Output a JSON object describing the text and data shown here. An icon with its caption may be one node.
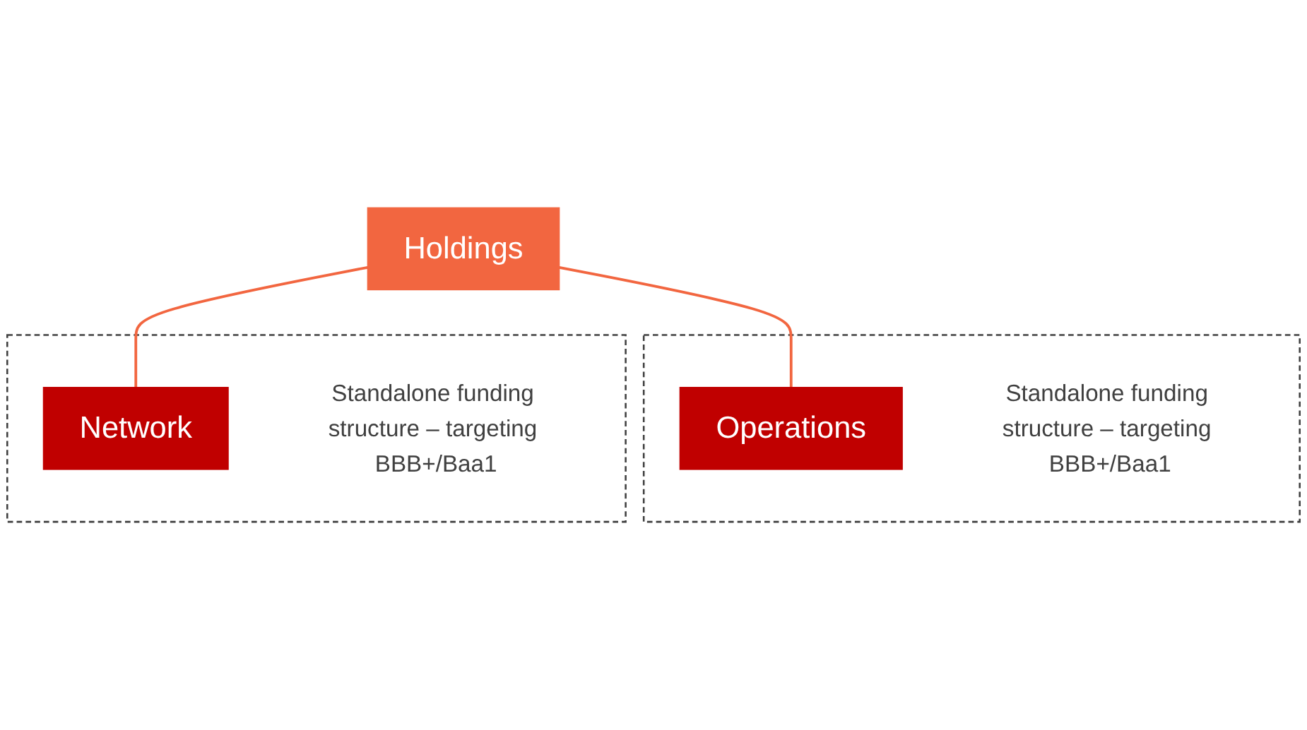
{
  "diagram": {
    "nodes": [
      {
        "text": [
          "Holdings"
        ]
      },
      {
        "text": [],
        "shape": "box"
      },
      {
        "text": [
          "Operations"
        ],
        "in": 1
      },
      {
        "text": [
          "Standalone funding structure – targeting BBB+/Baa1"
        ],
        "in": 1
      },
      {
        "text": [],
        "shape": "box"
      },
      {
        "text": [
          "Network"
        ],
        "in": 4
      },
      {
        "text": [
          "Standalone funding structure – targeting BBB+/Baa1"
        ],
        "in": 4
      }
    ],
    "edges": [
      {
        "from": 0,
        "to": 2,
        "arrow": "none"
      },
      {
        "from": 0,
        "to": 5,
        "arrow": "none"
      }
    ]
  }
}
